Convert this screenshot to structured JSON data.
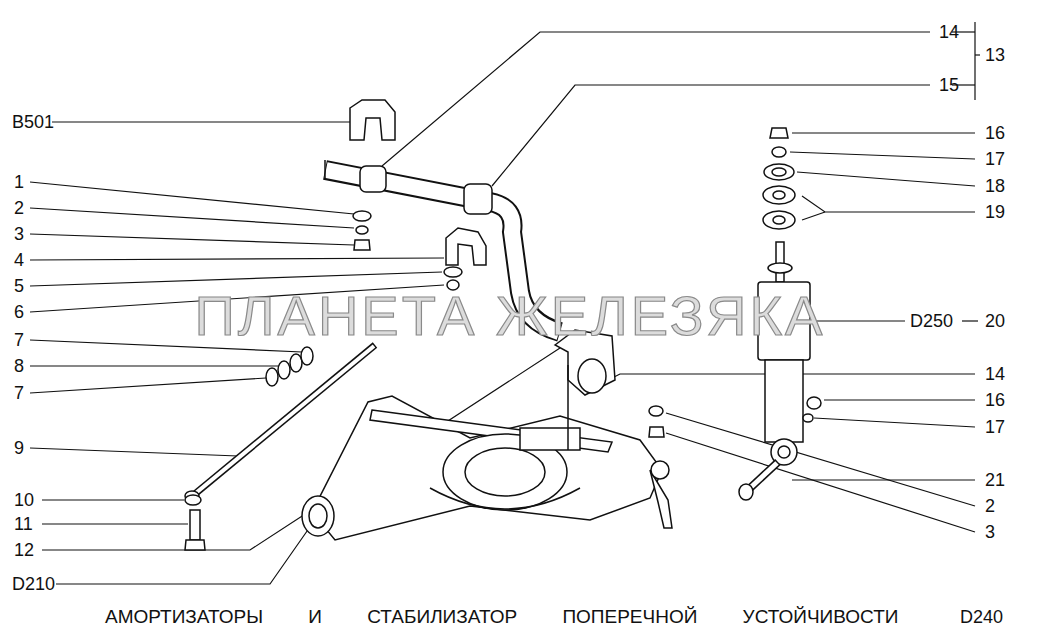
{
  "diagram": {
    "caption": "АМОРТИЗАТОРЫ И СТАБИЛИЗАТОР ПОПЕРЕЧНОЙ УСТОЙЧИВОСТИ",
    "labels": [
      "14",
      "13",
      "15",
      "B501",
      "1",
      "2",
      "3",
      "4",
      "5",
      "6",
      "7",
      "8",
      "7",
      "9",
      "10",
      "11",
      "12",
      "D210",
      "16",
      "17",
      "18",
      "19",
      "D250",
      "20",
      "14",
      "16",
      "17",
      "21",
      "2",
      "3",
      "D240",
      "ПЛАНЕТА ЖЕЛЕЗЯКА"
    ]
  }
}
